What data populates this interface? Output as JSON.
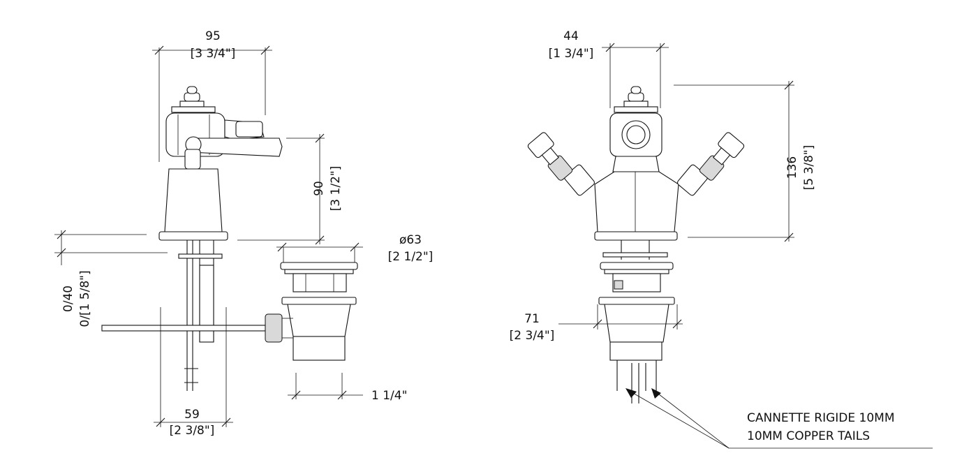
{
  "side_view": {
    "width_mm": "95",
    "width_in": "[3 3/4\"]",
    "height_mm": "90",
    "height_in": "[3 1/2\"]",
    "thickness_mm": "0/40",
    "thickness_in": "0/[1 5/8\"]",
    "base_mm": "59",
    "base_in": "[2 3/8\"]"
  },
  "waste": {
    "diameter_mm": "ø63",
    "diameter_in": "[2 1/2\"]",
    "outlet": "1 1/4\""
  },
  "front_view": {
    "width_mm": "44",
    "width_in": "[1 3/4\"]",
    "height_mm": "136",
    "height_in": "[5 3/8\"]",
    "lower_mm": "71",
    "lower_in": "[2 3/4\"]"
  },
  "note": {
    "line1": "CANNETTE RIGIDE 10MM",
    "line2": "10MM COPPER TAILS"
  }
}
